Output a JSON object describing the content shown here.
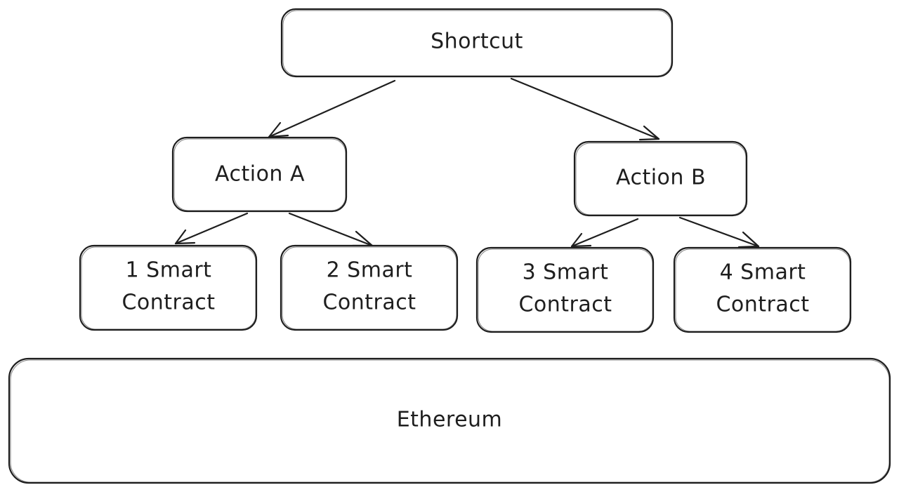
{
  "diagram": {
    "nodes": {
      "shortcut": {
        "label": "Shortcut"
      },
      "action_a": {
        "label": "Action A"
      },
      "action_b": {
        "label": "Action B"
      },
      "contract_1": {
        "line1": "1 Smart",
        "line2": "Contract"
      },
      "contract_2": {
        "line1": "2 Smart",
        "line2": "Contract"
      },
      "contract_3": {
        "line1": "3 Smart",
        "line2": "Contract"
      },
      "contract_4": {
        "line1": "4 Smart",
        "line2": "Contract"
      },
      "ethereum": {
        "label": "Ethereum"
      }
    },
    "edges": [
      {
        "from": "Shortcut",
        "to": "Action A"
      },
      {
        "from": "Shortcut",
        "to": "Action B"
      },
      {
        "from": "Action A",
        "to": "1 Smart Contract"
      },
      {
        "from": "Action A",
        "to": "2 Smart Contract"
      },
      {
        "from": "Action B",
        "to": "3 Smart Contract"
      },
      {
        "from": "Action B",
        "to": "4 Smart Contract"
      }
    ],
    "stroke_color": "#1e1e1e",
    "background_color": "#ffffff"
  }
}
